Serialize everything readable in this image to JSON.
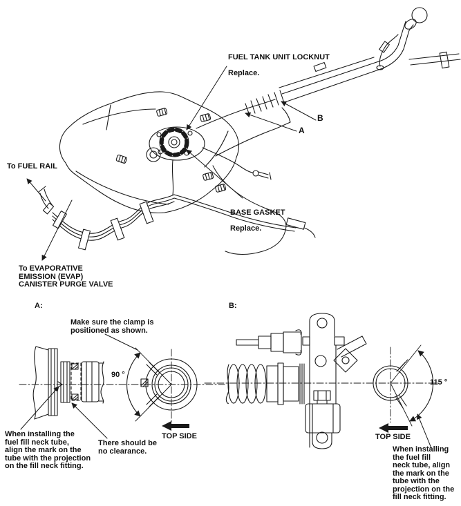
{
  "colors": {
    "ink": "#1a1a1a",
    "bg": "#ffffff"
  },
  "main_diagram": {
    "locknut_label": "FUEL TANK UNIT LOCKNUT",
    "locknut_sub": "Replace.",
    "base_gasket_label": "BASE GASKET",
    "base_gasket_sub": "Replace.",
    "to_fuel_rail": "To FUEL RAIL",
    "to_evap": "To EVAPORATIVE\nEMISSION (EVAP)\nCANISTER PURGE VALVE",
    "callout_a": "A",
    "callout_b": "B"
  },
  "detail_a": {
    "heading": "A:",
    "clamp_note": "Make sure the clamp is\npositioned as shown.",
    "angle_label": "90 °",
    "top_side_label": "TOP SIDE",
    "install_note": "When installing the\nfuel fill neck tube,\nalign the mark on the\ntube with the projection\non the fill neck fitting.",
    "clearance_note": "There should be\nno clearance."
  },
  "detail_b": {
    "heading": "B:",
    "angle_label": "115 °",
    "top_side_label": "TOP SIDE",
    "install_note": "When installing\nthe fuel fill\nneck tube, align\nthe mark on the\ntube with the\nprojection on the\nfill neck fitting."
  }
}
